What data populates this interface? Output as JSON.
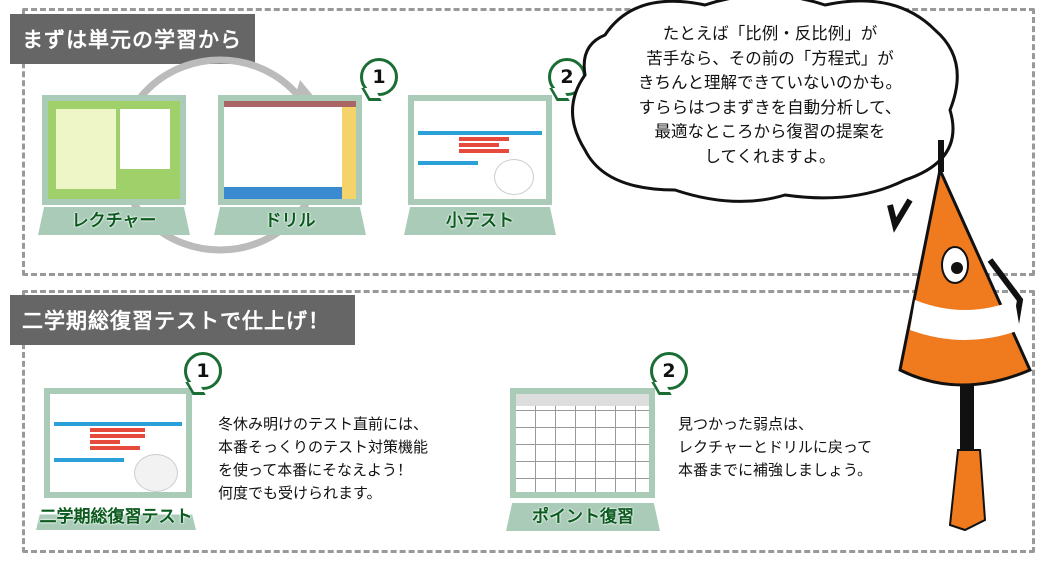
{
  "section1": {
    "title": "まずは単元の学習から",
    "steps": [
      {
        "label": "レクチャー"
      },
      {
        "label": "ドリル",
        "badge": "1"
      },
      {
        "label": "小テスト",
        "badge": "2"
      }
    ]
  },
  "speech": {
    "lines": [
      "たとえば「比例・反比例」が",
      "苦手なら、その前の「方程式」が",
      "きちんと理解できていないのかも。",
      "すららはつまずきを自動分析して、",
      "最適なところから復習の提案を",
      "してくれますよ。"
    ]
  },
  "section2": {
    "title": "二学期総復習テストで仕上げ！",
    "items": [
      {
        "badge": "1",
        "label": "二学期総復習テスト",
        "text": [
          "冬休み明けのテスト直前には、",
          "本番そっくりのテスト対策機能",
          "を使って本番にそなえよう！",
          "何度でも受けられます。"
        ]
      },
      {
        "badge": "2",
        "label": "ポイント復習",
        "text": [
          "見つかった弱点は、",
          "レクチャーとドリルに戻って",
          "本番までに補強しましょう。"
        ]
      }
    ]
  },
  "colors": {
    "accent": "#1a6e33",
    "banner": "#a9cbb8",
    "label_bg": "#666666",
    "cone": "#f07a1e"
  }
}
